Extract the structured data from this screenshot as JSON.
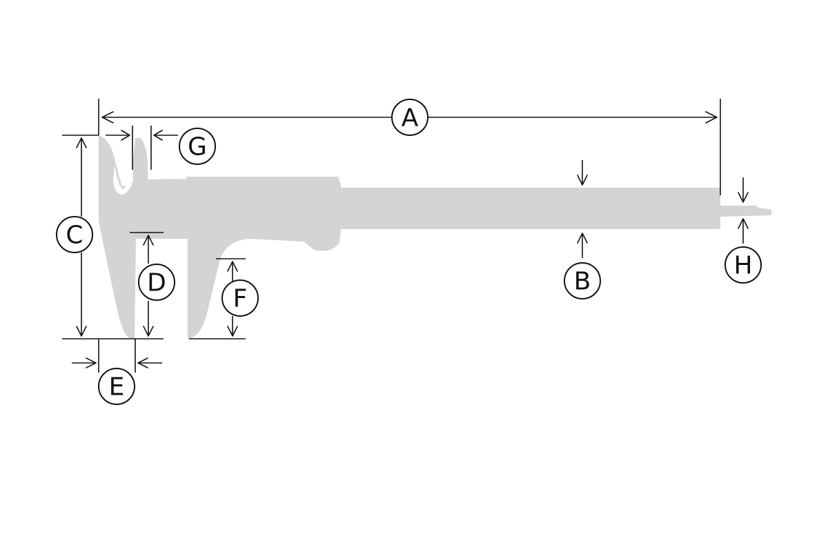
{
  "labels": {
    "A": "A",
    "B": "B",
    "C": "C",
    "D": "D",
    "E": "E",
    "F": "F",
    "G": "G",
    "H": "H"
  },
  "colors": {
    "body": "#d4d4d4",
    "lines": "#111111",
    "background": "#ffffff"
  }
}
